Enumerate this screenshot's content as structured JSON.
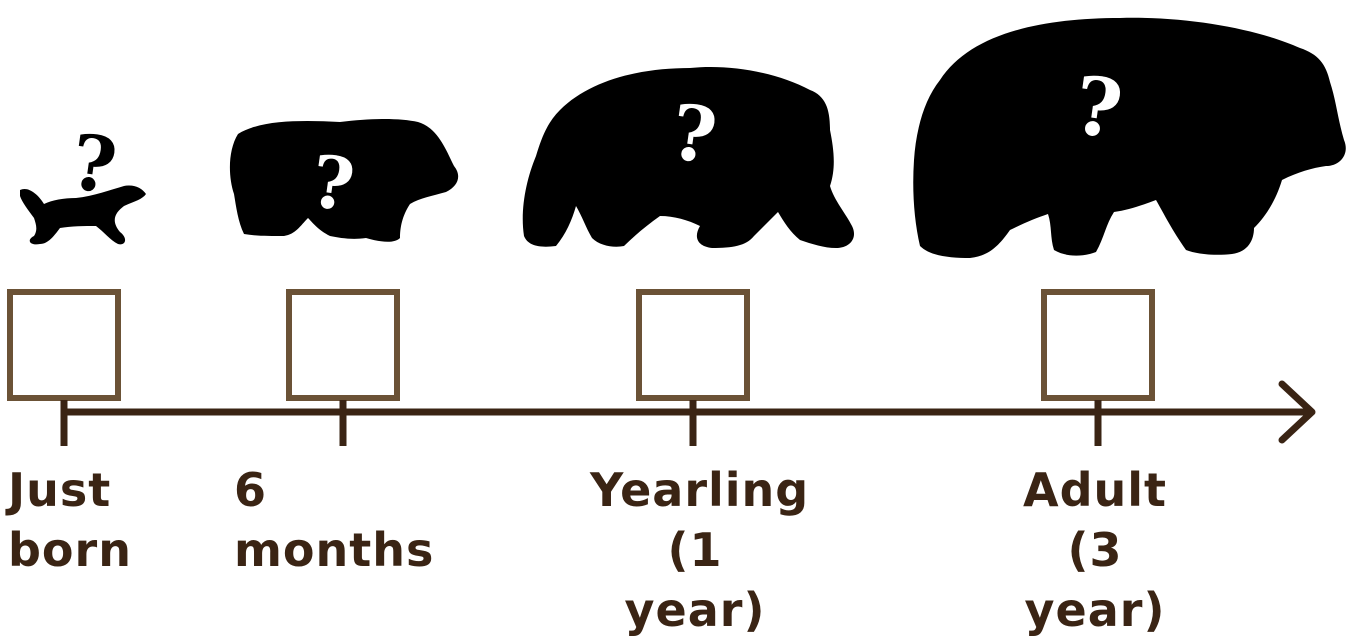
{
  "timeline": {
    "stages": [
      {
        "id": "just-born",
        "label": "Just\nborn"
      },
      {
        "id": "6-months",
        "label": "6 months"
      },
      {
        "id": "yearling",
        "label": "Yearling\n(1 year)"
      },
      {
        "id": "adult",
        "label": "Adult\n(3 year)"
      }
    ],
    "question_mark": "?",
    "colors": {
      "line": "#3a2414",
      "box_border": "#6b5236",
      "silhouette": "#000000",
      "question_mark": "#ffffff"
    }
  }
}
